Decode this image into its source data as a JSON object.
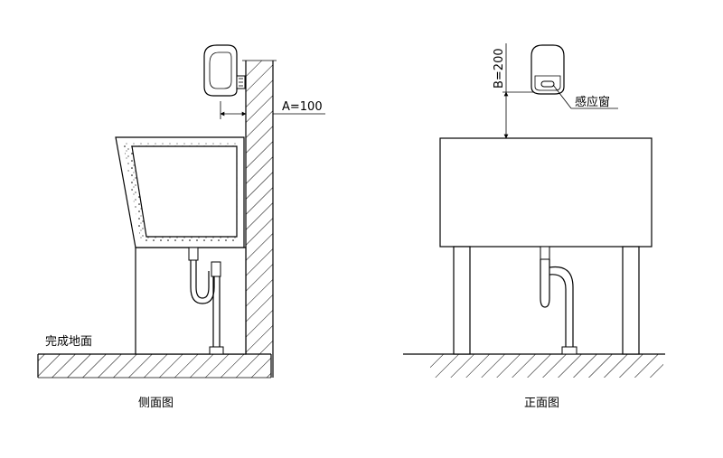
{
  "labels": {
    "dim_a": "A=100",
    "dim_b": "B=200",
    "sensor_window": "感应窗",
    "finished_floor": "完成地面",
    "side_view_title": "侧面图",
    "front_view_title": "正面图"
  }
}
